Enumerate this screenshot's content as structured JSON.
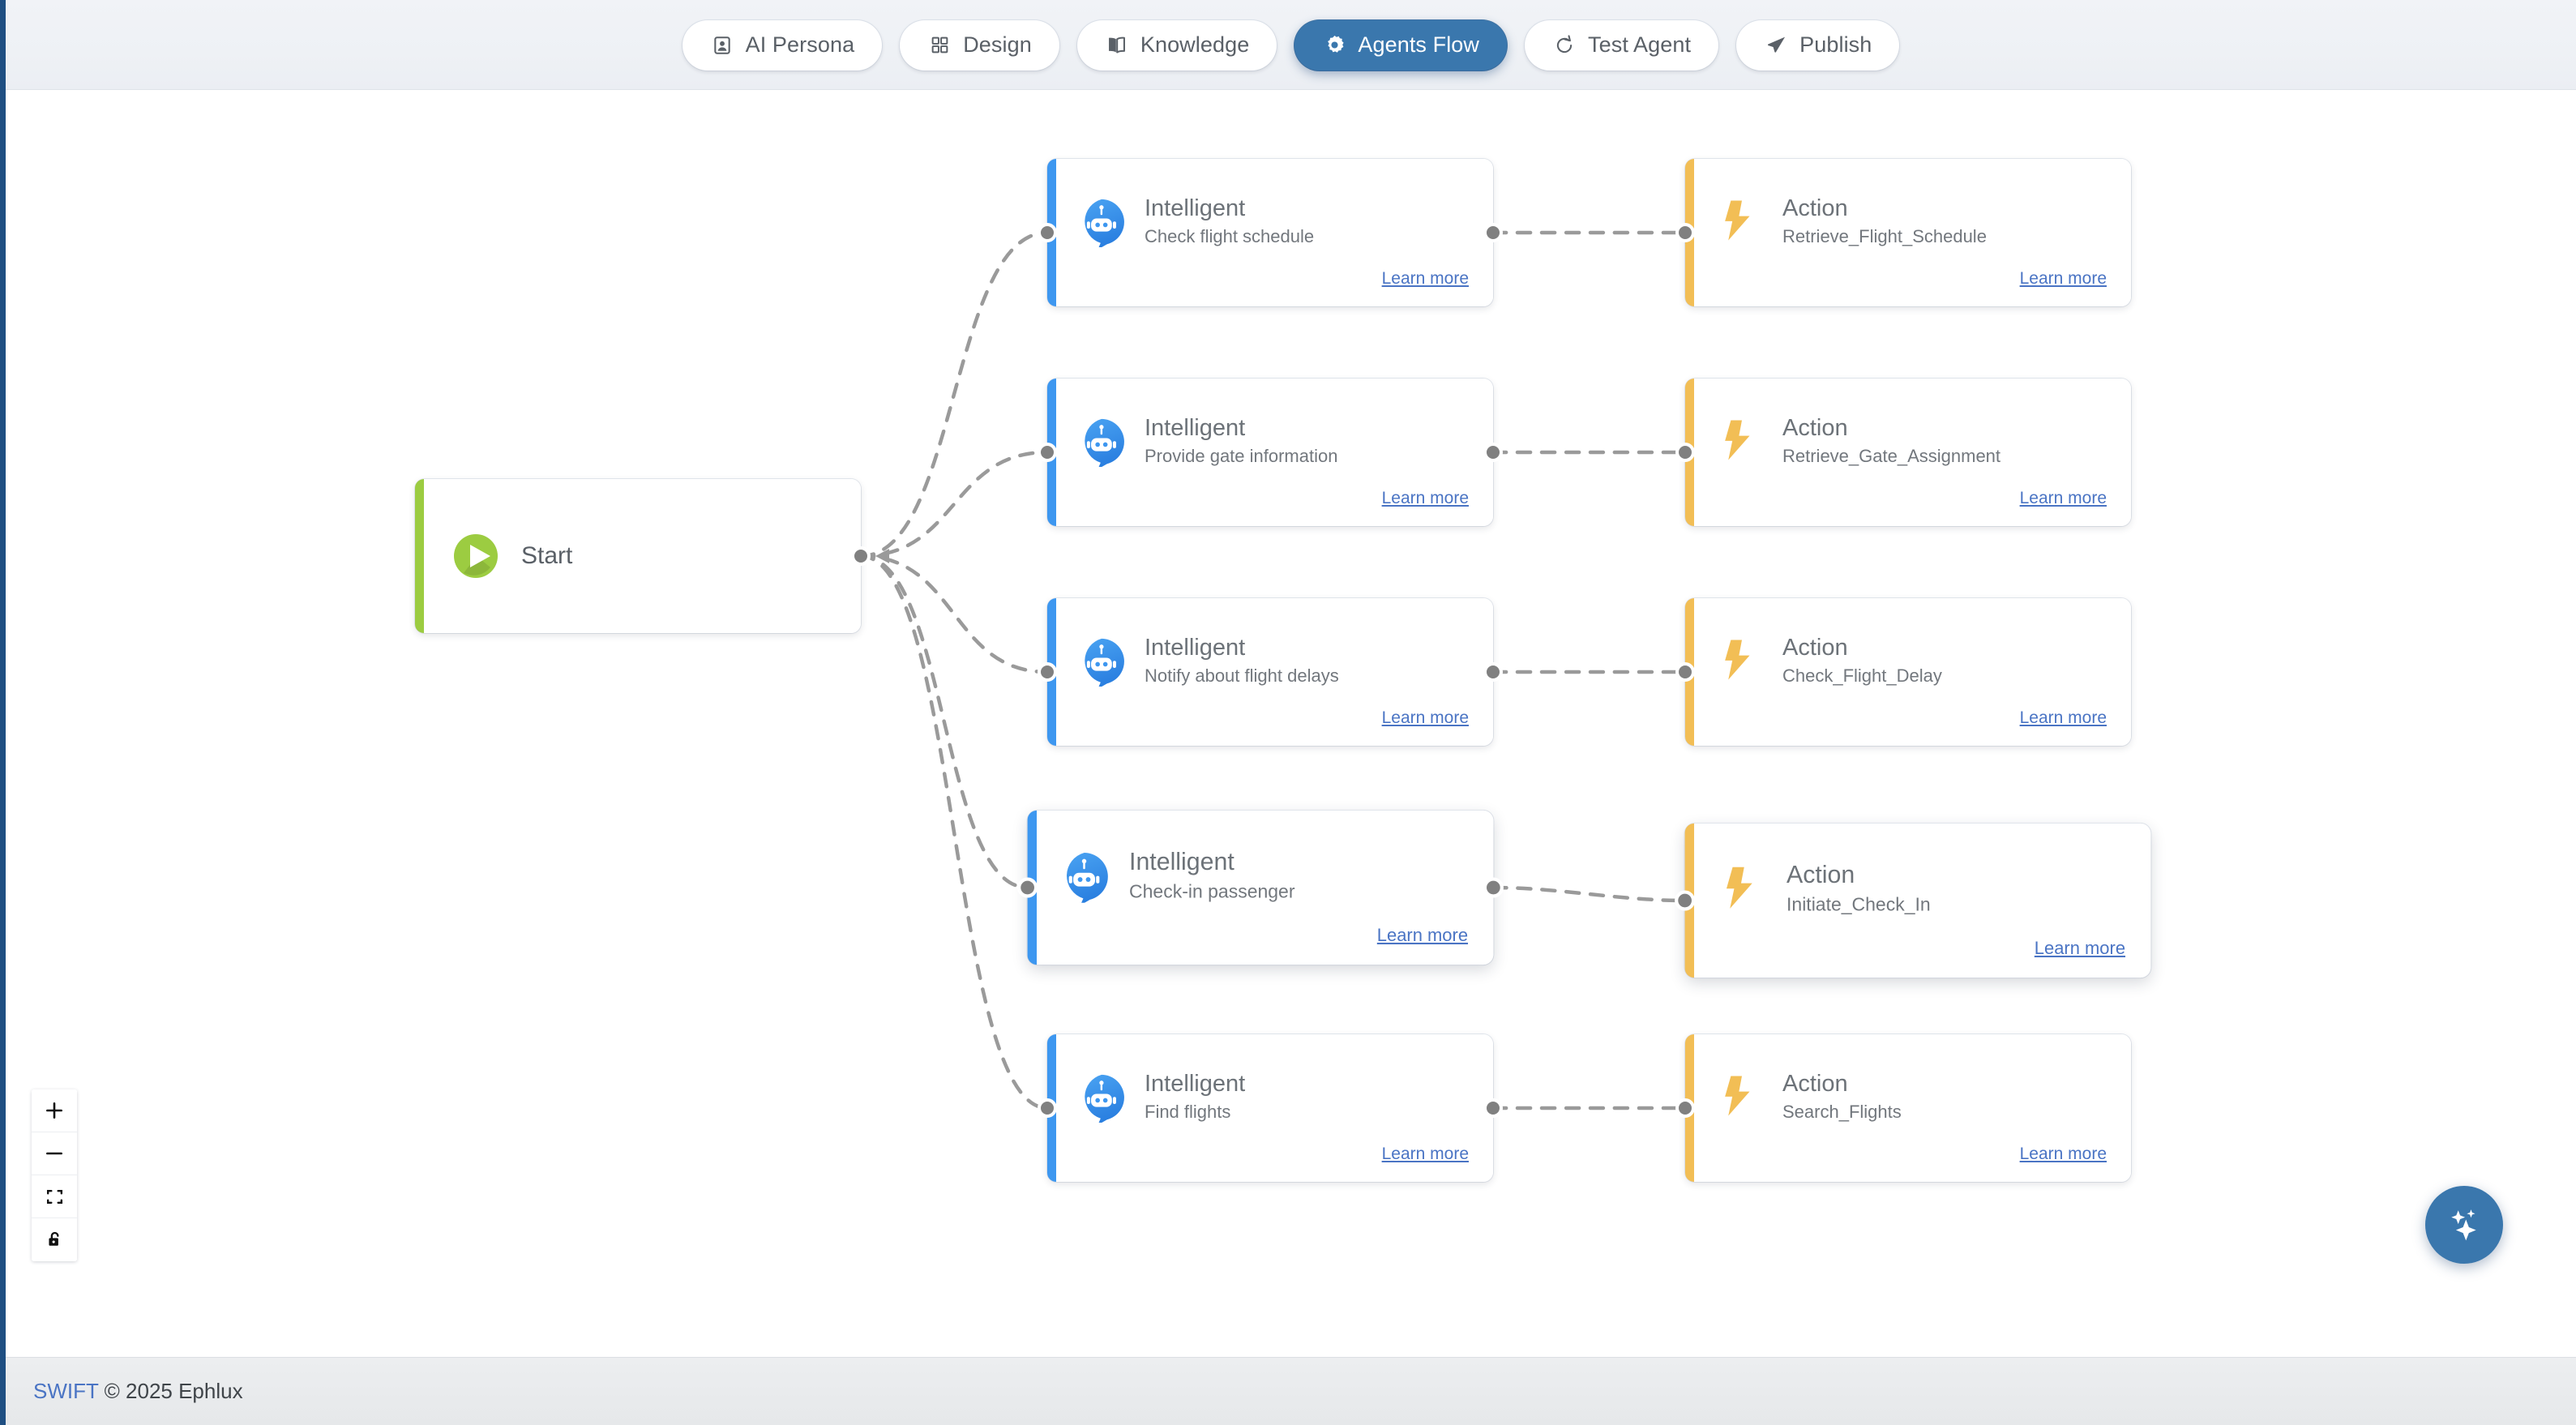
{
  "topbar": {
    "tabs": [
      {
        "label": "AI Persona",
        "icon": "person-badge-icon",
        "active": false
      },
      {
        "label": "Design",
        "icon": "grid-icon",
        "active": false
      },
      {
        "label": "Knowledge",
        "icon": "book-icon",
        "active": false
      },
      {
        "label": "Agents Flow",
        "icon": "gear-icon",
        "active": true
      },
      {
        "label": "Test Agent",
        "icon": "refresh-icon",
        "active": false
      },
      {
        "label": "Publish",
        "icon": "paper-plane-icon",
        "active": false
      }
    ],
    "active_tab": "Agents Flow",
    "active_color": "#3a77ad"
  },
  "canvas": {
    "start_node": {
      "label": "Start",
      "icon": "play-icon",
      "accent_color": "#9ccc41"
    },
    "learn_more_label": "Learn more",
    "agent_accent_color": "#3d97f0",
    "action_accent_color": "#f2be55",
    "rows": [
      {
        "agent": {
          "title": "Intelligent",
          "subtitle": "Check flight schedule",
          "icon": "robot-icon"
        },
        "action": {
          "title": "Action",
          "subtitle": "Retrieve_Flight_Schedule",
          "icon": "lightning-icon"
        }
      },
      {
        "agent": {
          "title": "Intelligent",
          "subtitle": "Provide gate information",
          "icon": "robot-icon"
        },
        "action": {
          "title": "Action",
          "subtitle": "Retrieve_Gate_Assignment",
          "icon": "lightning-icon"
        }
      },
      {
        "agent": {
          "title": "Intelligent",
          "subtitle": "Notify about flight delays",
          "icon": "robot-icon"
        },
        "action": {
          "title": "Action",
          "subtitle": "Check_Flight_Delay",
          "icon": "lightning-icon"
        }
      },
      {
        "agent": {
          "title": "Intelligent",
          "subtitle": "Check-in passenger",
          "icon": "robot-icon"
        },
        "action": {
          "title": "Action",
          "subtitle": "Initiate_Check_In",
          "icon": "lightning-icon"
        }
      },
      {
        "agent": {
          "title": "Intelligent",
          "subtitle": "Find flights",
          "icon": "robot-icon"
        },
        "action": {
          "title": "Action",
          "subtitle": "Search_Flights",
          "icon": "lightning-icon"
        }
      }
    ]
  },
  "zoom_controls": [
    {
      "name": "zoom-in-button",
      "icon": "plus-icon"
    },
    {
      "name": "zoom-out-button",
      "icon": "minus-icon"
    },
    {
      "name": "fit-view-button",
      "icon": "fit-screen-icon"
    },
    {
      "name": "lock-button",
      "icon": "unlock-icon"
    }
  ],
  "fab": {
    "icon": "sparkles-icon",
    "color": "#3a77ad"
  },
  "footer": {
    "brand": "SWIFT",
    "copyright": "© 2025 Ephlux"
  }
}
